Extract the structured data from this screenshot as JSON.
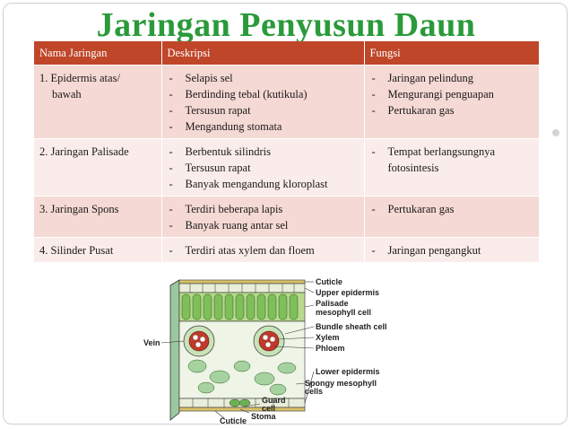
{
  "title": "Jaringan Penyusun Daun",
  "table": {
    "headers": [
      "Nama Jaringan",
      "Deskripsi",
      "Fungsi"
    ],
    "rows": [
      {
        "name_line1": "1. Epidermis atas/",
        "name_line2": "bawah",
        "desc": [
          "Selapis sel",
          "Berdinding tebal (kutikula)",
          "Tersusun rapat",
          "Mengandung stomata"
        ],
        "func": [
          "Jaringan pelindung",
          "Mengurangi penguapan",
          "Pertukaran gas"
        ]
      },
      {
        "name_line1": "2. Jaringan Palisade",
        "name_line2": "",
        "desc": [
          "Berbentuk silindris",
          "Tersusun rapat",
          "Banyak mengandung kloroplast"
        ],
        "func": [
          "Tempat berlangsungnya fotosintesis"
        ]
      },
      {
        "name_line1": "3. Jaringan Spons",
        "name_line2": "",
        "desc": [
          "Terdiri beberapa lapis",
          "Banyak ruang antar sel"
        ],
        "func": [
          "Pertukaran gas"
        ]
      },
      {
        "name_line1": "4. Silinder Pusat",
        "name_line2": "",
        "desc": [
          "Terdiri atas xylem dan floem"
        ],
        "func": [
          "Jaringan pengangkut"
        ]
      }
    ]
  },
  "diagram": {
    "labels": {
      "cuticle_top": "Cuticle",
      "upper_epidermis": "Upper epidermis",
      "palisade_1": "Palisade",
      "palisade_2": "mesophyll cell",
      "bundle_sheath": "Bundle sheath cell",
      "xylem": "Xylem",
      "phloem": "Phloem",
      "vein": "Vein",
      "lower_epidermis": "Lower epidermis",
      "spongy_1": "Spongy mesophyll",
      "spongy_2": "cells",
      "guard_1": "Guard",
      "guard_2": "cell",
      "stoma": "Stoma",
      "cuticle_bottom": "Cuticle"
    }
  },
  "colors": {
    "title": "#2a9a3a",
    "header_bg": "#c0462a",
    "row_odd": "#f5d9d4",
    "row_even": "#faecea"
  }
}
